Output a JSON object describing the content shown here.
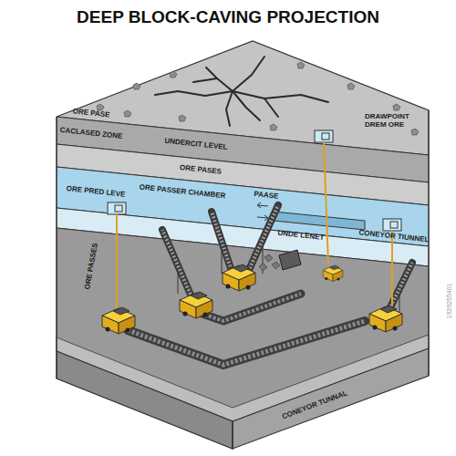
{
  "diagram": {
    "title": "DEEP BLOCK-CAVING PROJECTION",
    "labels": [
      "ORE PASE",
      "CACLASED ZONE",
      "UNDERCIT LEVEL",
      "DRAWPOINT DREM ORE",
      "ORE PASES",
      "ORE PRED LEVE",
      "ORE PASSER CHAMBER",
      "PAASE",
      "CONEYOR TIUNNEL",
      "UNDE LENET",
      "ORE PASSES",
      "CONEYOR TUNNAL",
      "1929255401"
    ]
  }
}
